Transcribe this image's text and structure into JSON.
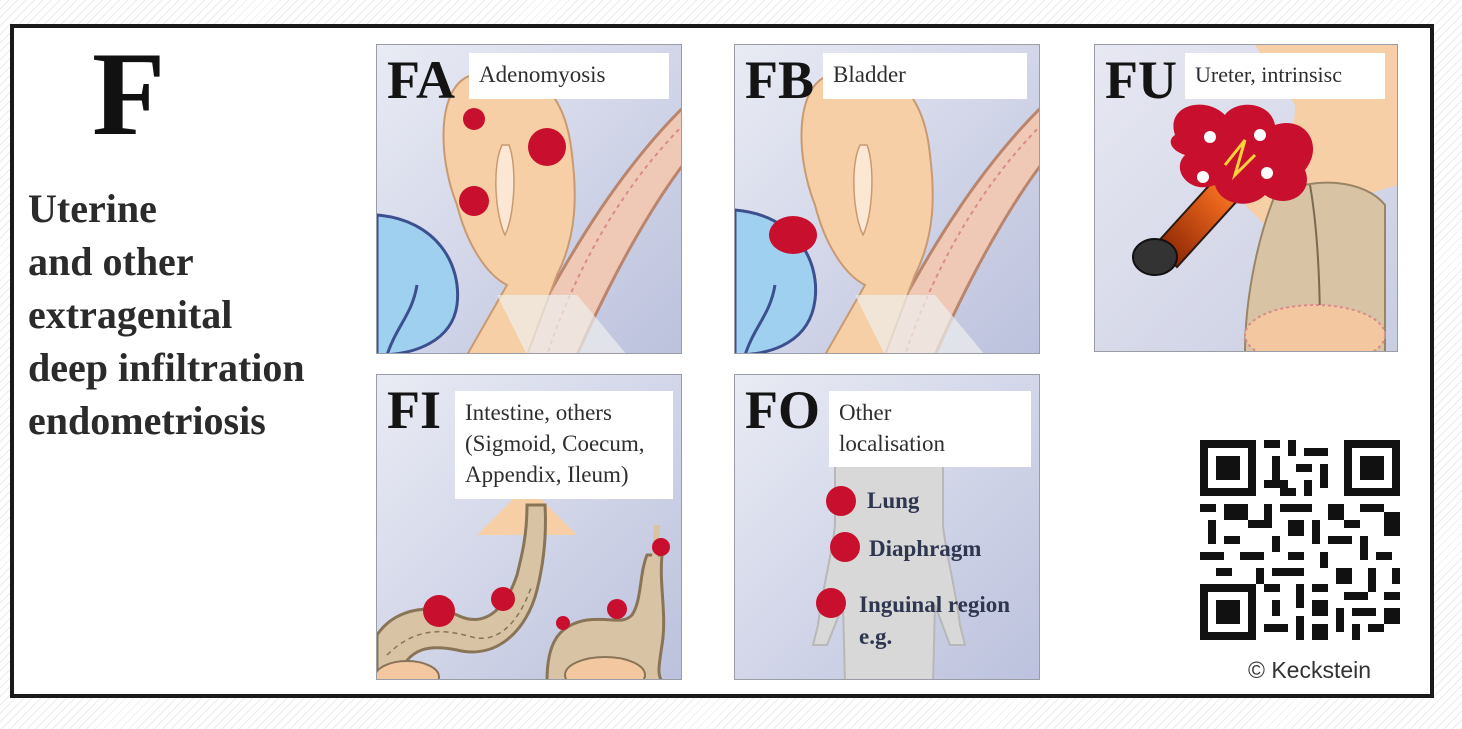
{
  "classification": {
    "letter": "F",
    "title_lines": [
      "Uterine",
      "and other",
      "extragenital",
      "deep infiltration",
      "endometriosis"
    ]
  },
  "panels": {
    "fa": {
      "code": "FA",
      "label_lines": [
        "Adenomyosis"
      ]
    },
    "fb": {
      "code": "FB",
      "label_lines": [
        "Bladder"
      ]
    },
    "fu": {
      "code": "FU",
      "label_lines": [
        "Ureter, intrinsisc"
      ]
    },
    "fi": {
      "code": "FI",
      "label_lines": [
        "Intestine, others",
        "(Sigmoid, Coecum,",
        "Appendix, Ileum)"
      ]
    },
    "fo": {
      "code": "FO",
      "label_lines": [
        "Other",
        "localisation"
      ],
      "sites": [
        "Lung",
        "Diaphragm",
        "Inguinal region",
        "e.g."
      ]
    }
  },
  "copyright": "© Keckstein",
  "colors": {
    "lesion": "#c8102e",
    "panel_background": "#cfd3e6",
    "uterus": "#f7cfa6",
    "bladder": "#9fd0ef",
    "bowel": "#dcc7a6",
    "frame": "#1a1a1a"
  }
}
